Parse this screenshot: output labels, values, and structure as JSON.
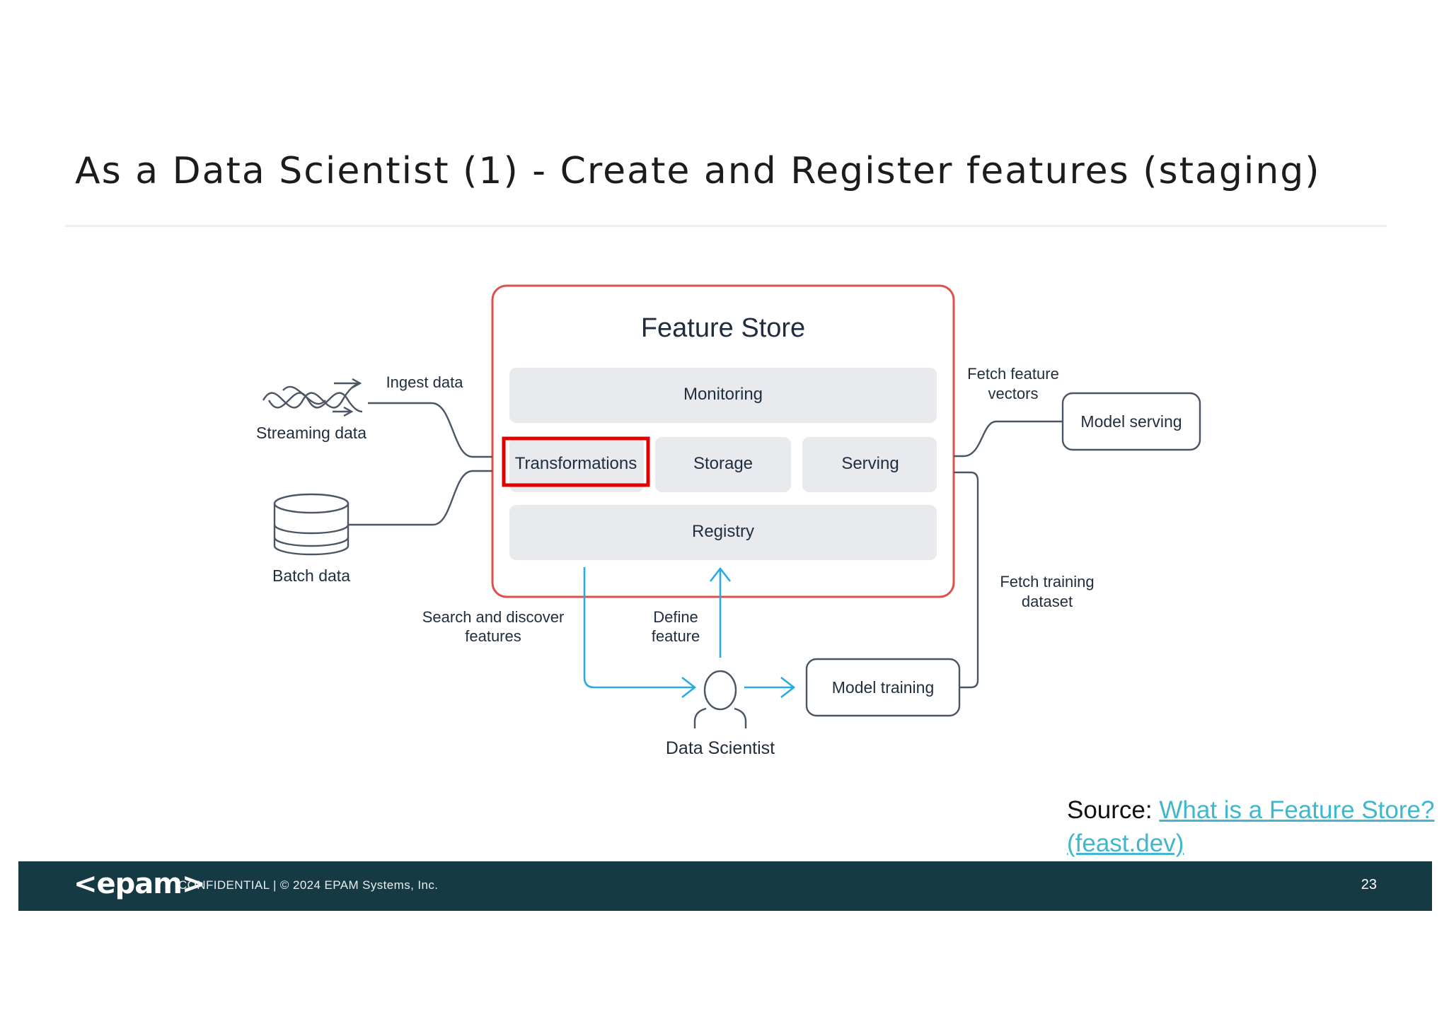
{
  "slide": {
    "title": "As a Data Scientist (1) - Create and Register features (staging)",
    "page_number": "23"
  },
  "diagram": {
    "feature_store_title": "Feature Store",
    "components": {
      "monitoring": "Monitoring",
      "transformations": "Transformations",
      "storage": "Storage",
      "serving": "Serving",
      "registry": "Registry"
    },
    "sources": {
      "streaming": "Streaming data",
      "batch": "Batch data"
    },
    "consumers": {
      "model_serving": "Model serving",
      "model_training": "Model training",
      "data_scientist": "Data Scientist"
    },
    "edge_labels": {
      "ingest": "Ingest data",
      "fetch_vectors_1": "Fetch feature",
      "fetch_vectors_2": "vectors",
      "fetch_training_1": "Fetch training",
      "fetch_training_2": "dataset",
      "search_1": "Search and discover",
      "search_2": "features",
      "define_1": "Define",
      "define_2": "feature"
    },
    "colors": {
      "store_border": "#e0504a",
      "highlight": "#e00000",
      "box_fill": "#e9eaee",
      "line": "#4b5563",
      "blue": "#29abe2",
      "text": "#1f2d3d"
    }
  },
  "source": {
    "label": "Source: ",
    "link_line1": "What is a Feature Store?",
    "link_line2": "(feast.dev)"
  },
  "footer": {
    "logo": "<epam>",
    "text": "CONFIDENTIAL  |  © 2024 EPAM Systems, Inc."
  }
}
